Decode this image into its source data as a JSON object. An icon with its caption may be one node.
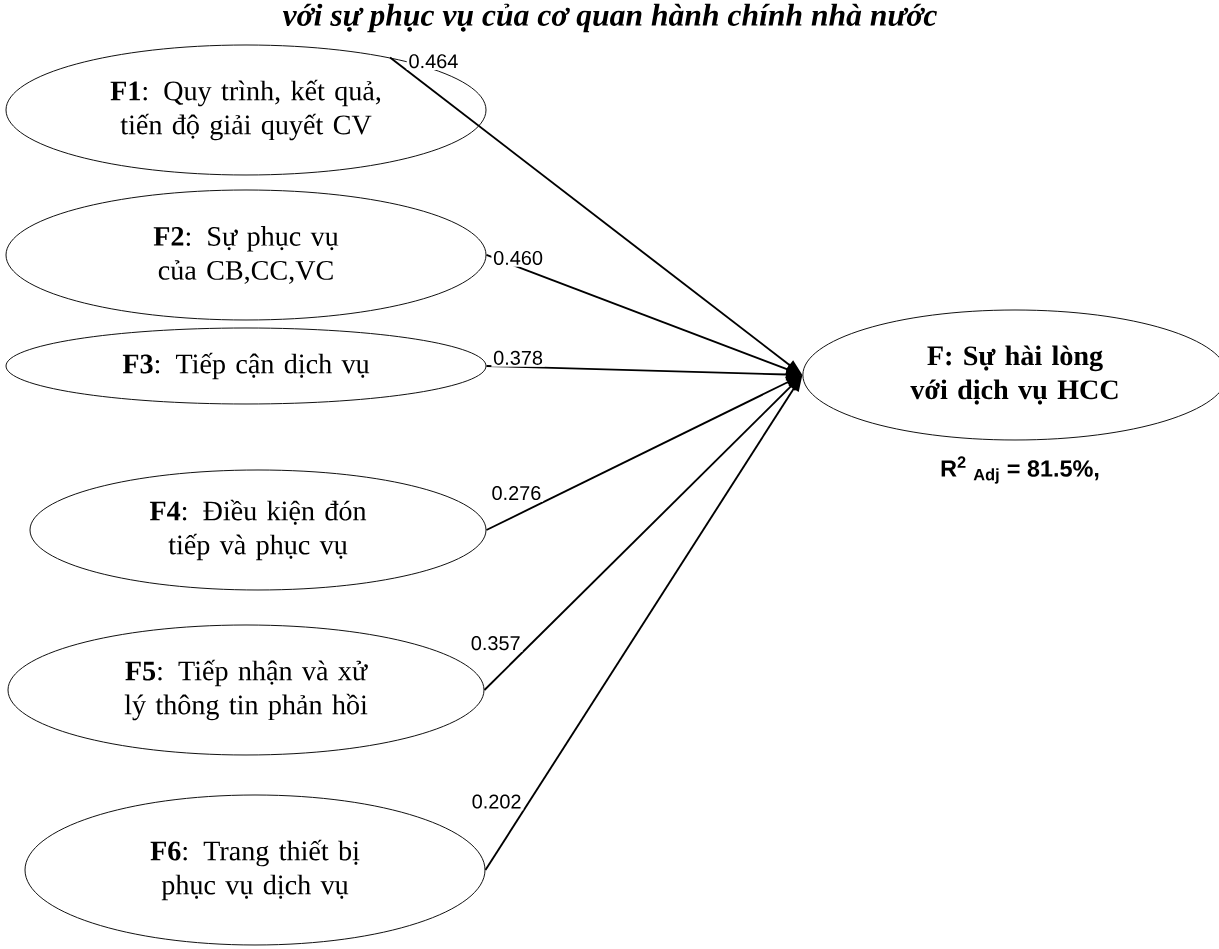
{
  "diagram": {
    "title": "với sự phục vụ của cơ quan hành chính nhà nước",
    "nodes": [
      {
        "text": [
          "**F1**: Quy trình, kết quả, tiến độ giải quyết CV"
        ]
      },
      {
        "text": [
          "**F2**: Sự phục vụ của CB,CC,VC"
        ]
      },
      {
        "text": [
          "**F3**: Tiếp cận dịch vụ"
        ]
      },
      {
        "text": [
          "**F4**: Điều kiện đón tiếp và phục vụ"
        ]
      },
      {
        "text": [
          "**F5**: Tiếp nhận và xử lý thông tin phản hồi"
        ]
      },
      {
        "text": [
          "**F6**: Trang thiết bị phục vụ dịch vụ"
        ]
      },
      {
        "text": [
          "F: Sự hài lòng với dịch vụ HCC"
        ]
      }
    ],
    "edges": [
      {
        "from": 0,
        "to": 6,
        "arrow": "to",
        "label": "0.464"
      },
      {
        "from": 1,
        "to": 6,
        "arrow": "to",
        "label": "0.460"
      },
      {
        "from": 2,
        "to": 6,
        "arrow": "to",
        "label": "0.378"
      },
      {
        "from": 3,
        "to": 6,
        "arrow": "to",
        "label": "0.276"
      },
      {
        "from": 4,
        "to": 6,
        "arrow": "to",
        "label": "0.357"
      },
      {
        "from": 5,
        "to": 6,
        "arrow": "to",
        "label": "0.202"
      }
    ],
    "labels": [
      "R$^{2}$ $_{Adj}$ = 81.5%,"
    ]
  }
}
